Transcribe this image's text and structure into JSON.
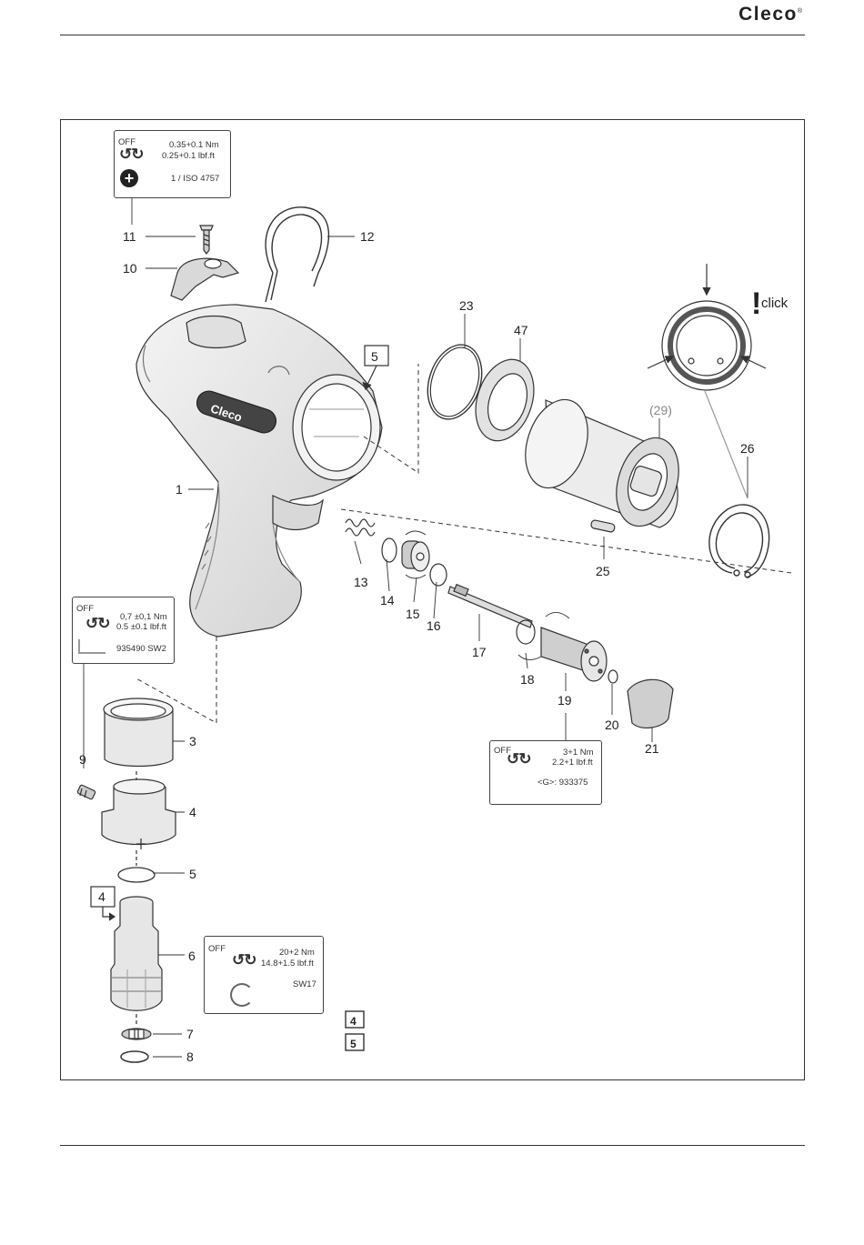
{
  "header": {
    "brand": "Cleco",
    "registered": "®"
  },
  "spec_boxes": {
    "screw": {
      "off": "OFF",
      "torque_nm": "0.35+0.1 Nm",
      "torque_lbf": "0.25+0.1 lbf.ft",
      "tool": "1 / ISO 4757"
    },
    "setscrew": {
      "off": "OFF",
      "torque_nm": "0,7 ±0,1 Nm",
      "torque_lbf": "0.5 ±0.1 lbf.ft",
      "tool": "935490 SW2"
    },
    "cylinder": {
      "off": "OFF",
      "torque_nm": "3+1 Nm",
      "torque_lbf": "2.2+1 lbf.ft",
      "grease": "<G>:  933375"
    },
    "housing": {
      "off": "OFF",
      "torque_nm": "20+2 Nm",
      "torque_lbf": "14.8+1.5 lbf.ft",
      "tool": "SW17"
    }
  },
  "detail": {
    "click_mark": "!",
    "click_label": "click"
  },
  "part_labels": {
    "p1": "1",
    "p3": "3",
    "p4": "4",
    "p5": "5",
    "p6": "6",
    "p7": "7",
    "p8": "8",
    "p9": "9",
    "p10": "10",
    "p11": "11",
    "p12": "12",
    "p13": "13",
    "p14": "14",
    "p15": "15",
    "p16": "16",
    "p17": "17",
    "p18": "18",
    "p19": "19",
    "p20": "20",
    "p21": "21",
    "p23": "23",
    "p25": "25",
    "p26": "26",
    "p29": "(29)",
    "p47": "47"
  },
  "ref_boxes": {
    "box5_body": "5",
    "box4_motor": "4",
    "legend4": "4",
    "legend5": "5"
  },
  "colors": {
    "line": "#333333",
    "part_fill": "#e6e6e6",
    "part_dark": "#9a9a9a"
  }
}
